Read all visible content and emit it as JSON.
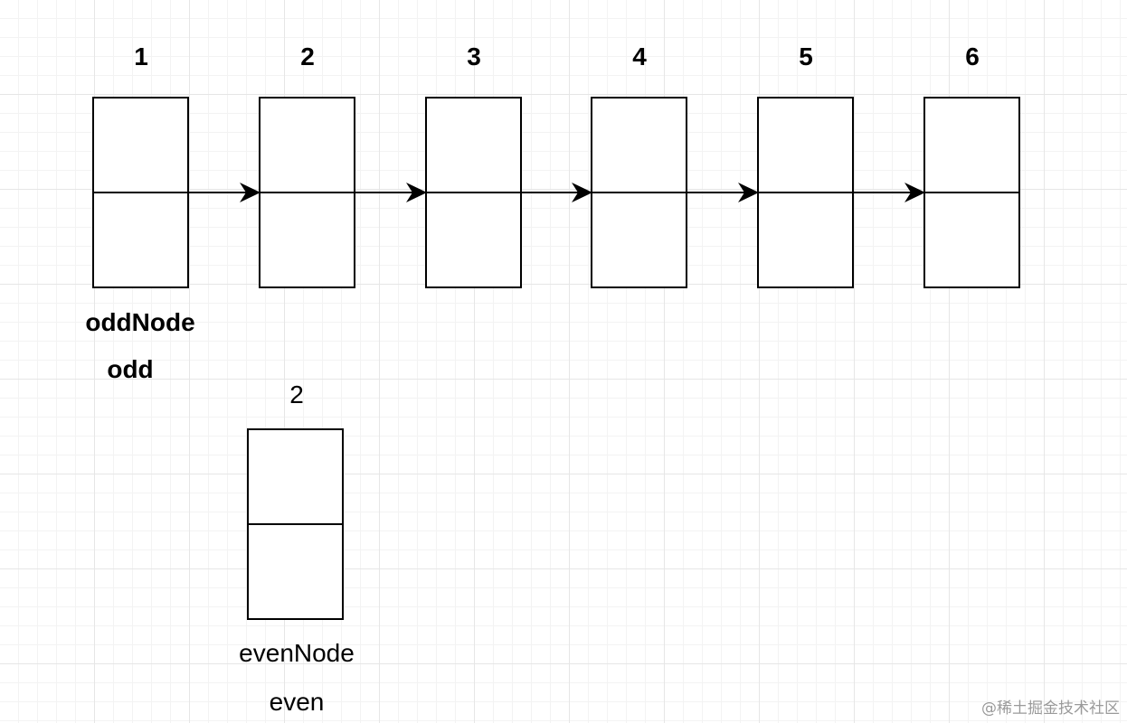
{
  "top_list": {
    "nodes": [
      {
        "label": "1"
      },
      {
        "label": "2"
      },
      {
        "label": "3"
      },
      {
        "label": "4"
      },
      {
        "label": "5"
      },
      {
        "label": "6"
      }
    ],
    "pointers": [
      "oddNode",
      "odd"
    ]
  },
  "even_list": {
    "node_label": "2",
    "pointers": [
      "evenNode",
      "even"
    ]
  },
  "watermark": "@稀土掘金技术社区",
  "colors": {
    "stroke": "#000000",
    "grid_major": "#e6e6e6",
    "grid_minor": "#f3f3f3"
  }
}
